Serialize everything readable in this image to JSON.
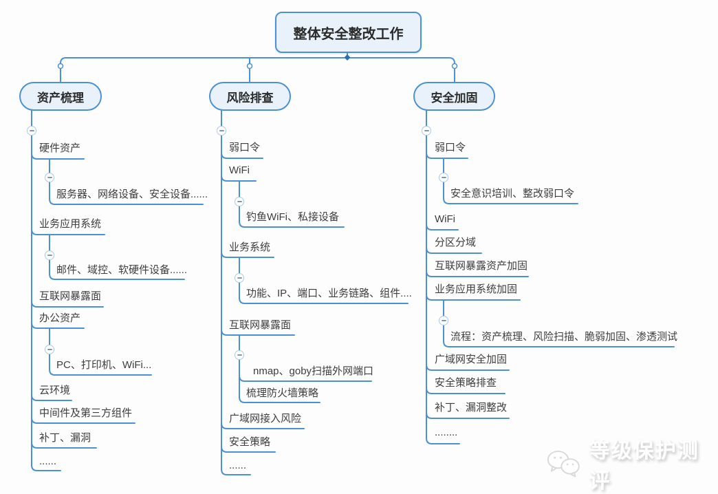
{
  "root": {
    "label": "整体安全整改工作"
  },
  "branches": [
    {
      "label": "资产梳理",
      "children": [
        {
          "label": "硬件资产",
          "children": [
            {
              "label": "服务器、网络设备、安全设备......"
            }
          ]
        },
        {
          "label": "业务应用系统",
          "children": [
            {
              "label": "邮件、域控、软硬件设备......"
            }
          ]
        },
        {
          "label": "互联网暴露面"
        },
        {
          "label": "办公资产",
          "children": [
            {
              "label": "PC、打印机、WiFi..."
            }
          ]
        },
        {
          "label": "云环境"
        },
        {
          "label": "中间件及第三方组件"
        },
        {
          "label": "补丁、漏洞"
        },
        {
          "label": "......"
        }
      ]
    },
    {
      "label": "风险排查",
      "children": [
        {
          "label": "弱口令"
        },
        {
          "label": "WiFi",
          "children": [
            {
              "label": "钓鱼WiFi、私接设备"
            }
          ]
        },
        {
          "label": "业务系统",
          "children": [
            {
              "label": "功能、IP、端口、业务链路、组件...."
            }
          ]
        },
        {
          "label": "互联网暴露面",
          "children": [
            {
              "label": "nmap、goby扫描外网端口"
            },
            {
              "label": "梳理防火墙策略"
            }
          ]
        },
        {
          "label": "广域网接入风险"
        },
        {
          "label": "安全策略"
        },
        {
          "label": "......"
        }
      ]
    },
    {
      "label": "安全加固",
      "children": [
        {
          "label": "弱口令",
          "children": [
            {
              "label": "安全意识培训、整改弱口令"
            }
          ]
        },
        {
          "label": "WiFi"
        },
        {
          "label": "分区分域"
        },
        {
          "label": "互联网暴露资产加固"
        },
        {
          "label": "业务应用系统加固",
          "children": [
            {
              "label": "流程：资产梳理、风险扫描、脆弱加固、渗透测试"
            }
          ]
        },
        {
          "label": "广域网安全加固"
        },
        {
          "label": "安全策略排查"
        },
        {
          "label": "补丁、漏洞整改"
        },
        {
          "label": "........"
        }
      ]
    }
  ],
  "watermark": {
    "label": "等级保护测评",
    "icon": "wechat-icon"
  },
  "colors": {
    "line": "#4a90d2",
    "node_fill": "#e9f2fb",
    "node_border": "#4a90d2",
    "text": "#3d3d3d",
    "watermark_text": "#ffffff"
  }
}
